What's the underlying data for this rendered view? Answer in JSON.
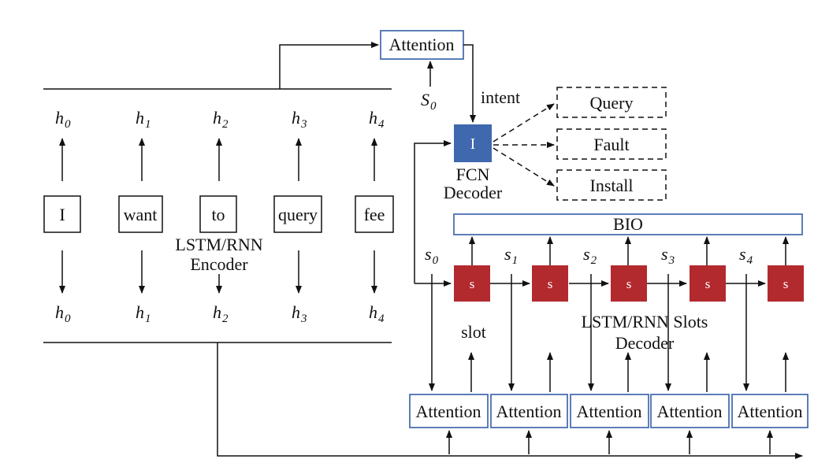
{
  "encoder": {
    "tokens": [
      "I",
      "want",
      "to",
      "query",
      "fee"
    ],
    "label_line1": "LSTM/RNN",
    "label_line2": "Encoder"
  },
  "hidden": {
    "symbol": "h",
    "subscripts": [
      "0",
      "1",
      "2",
      "3",
      "4"
    ]
  },
  "intent_attention": {
    "label": "Attention",
    "state_symbol": "S",
    "state_sub": "0",
    "intent_label": "intent"
  },
  "intent_decoder": {
    "node_label": "I",
    "label_line1": "FCN",
    "label_line2": "Decoder",
    "node_color": "#3f68ae",
    "outputs": [
      "Query",
      "Fault",
      "Install"
    ]
  },
  "slot_decoder": {
    "bio_label": "BIO",
    "node_label": "s",
    "node_color": "#b22a2e",
    "state_symbol": "s",
    "state_subs": [
      "0",
      "1",
      "2",
      "3",
      "4"
    ],
    "slot_label": "slot",
    "label_line1": "LSTM/RNN Slots",
    "label_line2": "Decoder",
    "attention_labels": [
      "Attention",
      "Attention",
      "Attention",
      "Attention",
      "Attention"
    ]
  },
  "colors": {
    "attention_border": "#4a6fb1"
  }
}
